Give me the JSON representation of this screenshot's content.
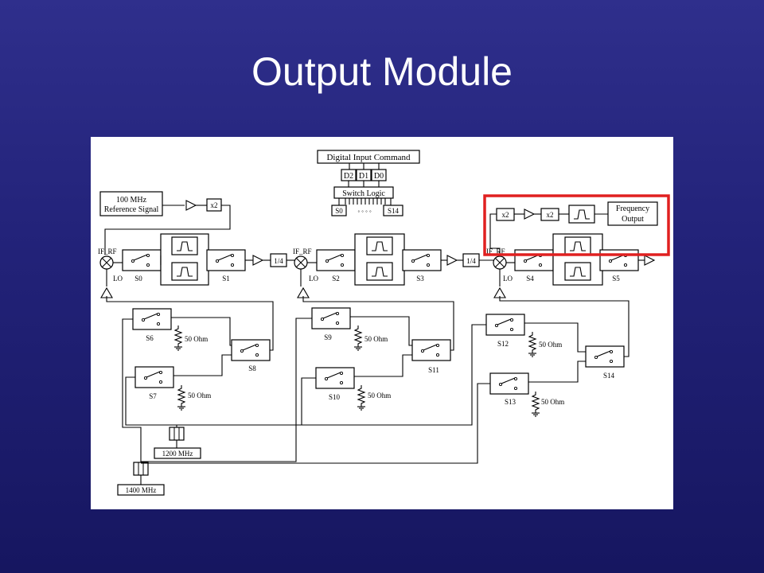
{
  "slide": {
    "title": "Output Module"
  },
  "diagram": {
    "digital_input": "Digital Input Command",
    "bits": [
      "D2",
      "D1",
      "D0"
    ],
    "switch_logic": "Switch Logic",
    "switch_range_start": "S0",
    "switch_range_dots": "◦ ◦ ◦ ◦",
    "switch_range_end": "S14",
    "reference_line1": "100 MHz",
    "reference_line2": "Reference Signal",
    "multiplier": "x2",
    "divider": "1/4",
    "mixer_if_rf": "IF_RF",
    "mixer_lo": "LO",
    "freq_output_line1": "Frequency",
    "freq_output_line2": "Output",
    "termination": "50 Ohm",
    "source_1200": "1200 MHz",
    "source_1400": "1400 MHz",
    "switches": [
      "S0",
      "S1",
      "S2",
      "S3",
      "S4",
      "S5",
      "S6",
      "S7",
      "S8",
      "S9",
      "S10",
      "S11",
      "S12",
      "S13",
      "S14"
    ],
    "highlight_color": "#e02020"
  }
}
